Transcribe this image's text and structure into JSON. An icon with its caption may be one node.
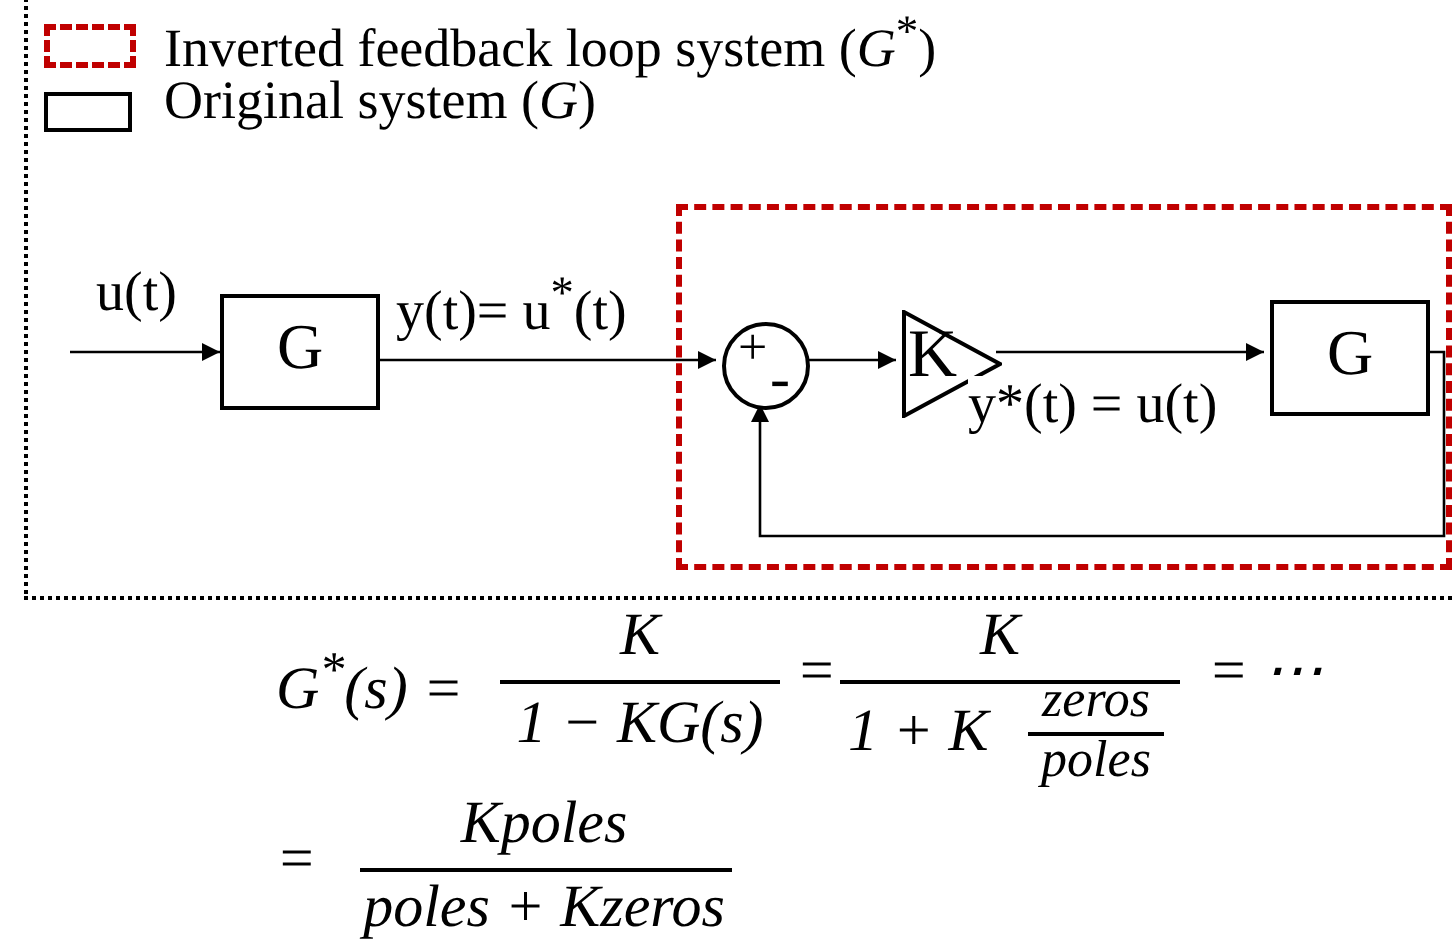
{
  "diagram": {
    "nodes": [
      {
        "text": [
          "G"
        ]
      },
      {
        "text": [],
        "shape": "box"
      },
      {
        "text": [
          "+",
          "-"
        ],
        "in": 1
      },
      {
        "text": [
          "K"
        ],
        "in": 1
      },
      {
        "text": [
          "G"
        ],
        "in": 1
      }
    ],
    "edges": [
      {
        "from": null,
        "to": 0,
        "arrow": "to",
        "label": "u(t)"
      },
      {
        "from": 0,
        "to": 2,
        "arrow": "to",
        "label": "y(t)= u$^{*}$(t)"
      },
      {
        "from": 2,
        "to": 3,
        "arrow": "to"
      },
      {
        "from": 3,
        "to": 4,
        "arrow": "to",
        "label": "y*(t) = u(t)"
      },
      {
        "from": 4,
        "to": 2,
        "arrow": "to"
      }
    ],
    "labels": [
      "*G*$^{*}$(*s*) =",
      "K",
      "1 − KG(s)",
      "=",
      "K",
      "1 + K",
      "zeros",
      "poles",
      "= ⋯",
      "=",
      "Kpoles",
      "poles + Kzeros"
    ],
    "legend": [
      {
        "text": "Inverted feedback loop system (*G*$^{*}$)"
      },
      {
        "text": "Original system (*G*)"
      }
    ]
  }
}
